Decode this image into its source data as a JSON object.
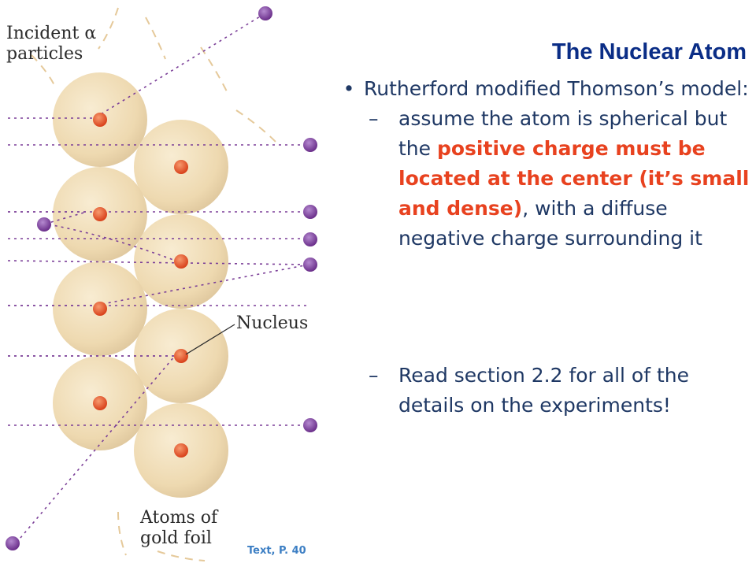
{
  "slide": {
    "title": "The Nuclear Atom",
    "bullet": {
      "marker": "•",
      "text": "Rutherford modified Thomson’s model:"
    },
    "sub1": {
      "marker": "–",
      "text_a": "assume the atom is spherical but the ",
      "highlight": "positive charge must be located at the center (it’s small and dense)",
      "text_b": ", with a diffuse negative charge surrounding it"
    },
    "sub2": {
      "marker": "–",
      "text": "Read section 2.2 for all of the details on the experiments!"
    }
  },
  "diagram": {
    "label_incident": "Incident α",
    "label_particles": "particles",
    "label_nucleus": "Nucleus",
    "label_atoms": "Atoms of",
    "label_gold": "gold foil",
    "source": "Text, P. 40"
  },
  "colors": {
    "title": "#0a2d86",
    "body_text": "#1f3864",
    "highlight": "#e8421f",
    "atom": "#eed9b0",
    "nucleus": "#e8521f",
    "alpha_particle": "#7b3f98",
    "source": "#3d7fc4"
  }
}
